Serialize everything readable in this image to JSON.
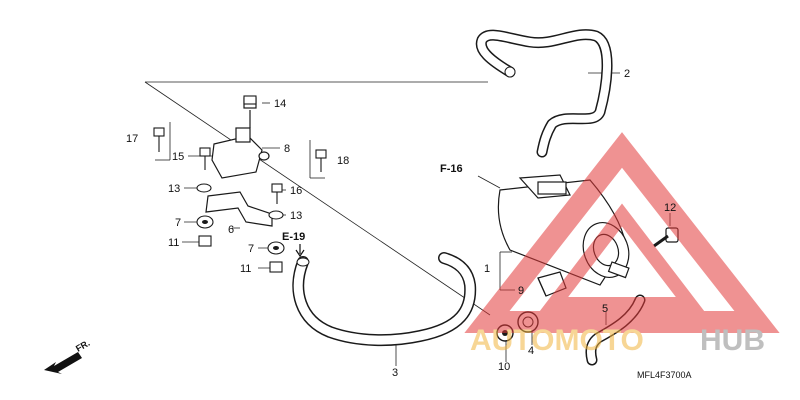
{
  "callouts": {
    "c1": "1",
    "c2": "2",
    "c3": "3",
    "c4": "4",
    "c5": "5",
    "c6": "6",
    "c7a": "7",
    "c7b": "7",
    "c8": "8",
    "c9": "9",
    "c10": "10",
    "c11a": "11",
    "c11b": "11",
    "c12": "12",
    "c13a": "13",
    "c13b": "13",
    "c14": "14",
    "c15": "15",
    "c16": "16",
    "c17": "17",
    "c18": "18"
  },
  "refs": {
    "f16": "F-16",
    "e19": "E-19"
  },
  "direction_label": "FR.",
  "diagram_code": "MFL4F3700A",
  "watermark": {
    "part1": "AUTOMOTO",
    "part2": "HUB",
    "color_a": "#f2b540",
    "color_b": "#8c8c8c",
    "triangle_color": "#e23a3a"
  }
}
